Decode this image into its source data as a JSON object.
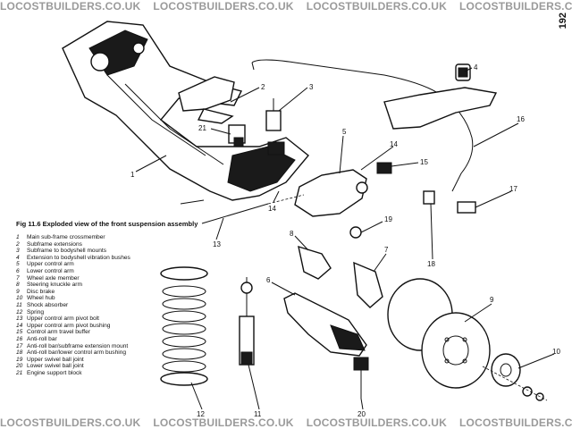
{
  "watermark": "LOCOSTBUILDERS.CO.UK",
  "page_number": "192",
  "figure": {
    "caption": "Fig 11.6 Exploded view of the front suspension assembly"
  },
  "legend": [
    {
      "num": "1",
      "text": "Main sub-frame crossmember"
    },
    {
      "num": "2",
      "text": "Subframe extensions"
    },
    {
      "num": "3",
      "text": "Subframe to bodyshell mounts"
    },
    {
      "num": "4",
      "text": "Extension to bodyshell vibration bushes"
    },
    {
      "num": "5",
      "text": "Upper control arm"
    },
    {
      "num": "6",
      "text": "Lower control arm"
    },
    {
      "num": "7",
      "text": "Wheel axle member"
    },
    {
      "num": "8",
      "text": "Steering knuckle arm"
    },
    {
      "num": "9",
      "text": "Disc brake"
    },
    {
      "num": "10",
      "text": "Wheel hub"
    },
    {
      "num": "11",
      "text": "Shock absorber"
    },
    {
      "num": "12",
      "text": "Spring"
    },
    {
      "num": "13",
      "text": "Upper control arm pivot bolt"
    },
    {
      "num": "14",
      "text": "Upper control arm pivot bushing"
    },
    {
      "num": "15",
      "text": "Control arm travel buffer"
    },
    {
      "num": "16",
      "text": "Anti-roll bar"
    },
    {
      "num": "17",
      "text": "Anti-roll bar/subframe extension mount"
    },
    {
      "num": "18",
      "text": "Anti-roll bar/lower control arm bushing"
    },
    {
      "num": "19",
      "text": "Upper swivel ball joint"
    },
    {
      "num": "20",
      "text": "Lower swivel ball joint"
    },
    {
      "num": "21",
      "text": "Engine support block"
    }
  ],
  "callouts": {
    "c1": "1",
    "c2": "2",
    "c3": "3",
    "c4": "4",
    "c5": "5",
    "c6": "6",
    "c7": "7",
    "c8": "8",
    "c9": "9",
    "c10": "10",
    "c11": "11",
    "c12": "12",
    "c13": "13",
    "c14a": "14",
    "c14b": "14",
    "c15": "15",
    "c16": "16",
    "c17": "17",
    "c18": "18",
    "c19": "19",
    "c20": "20",
    "c21": "21"
  }
}
